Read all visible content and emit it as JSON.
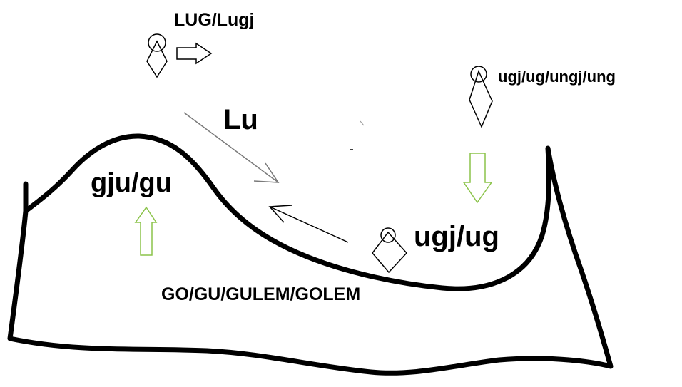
{
  "labels": {
    "lug_lugj": "LUG/Lugj",
    "ugj_ung_chain": "ugj/ug/ungj/ung",
    "lu": "Lu",
    "gju_gu": "gju/gu",
    "ugj_ug": "ugj/ug",
    "go_golem": "GO/GU/GULEM/GOLEM"
  },
  "colors": {
    "outline": "#000000",
    "green_arrow": "#8bc34a",
    "grey_arrow": "#7a7a7a"
  },
  "icons": {
    "figures": "person-pin-icon",
    "arrows": "block-arrow-icon"
  }
}
